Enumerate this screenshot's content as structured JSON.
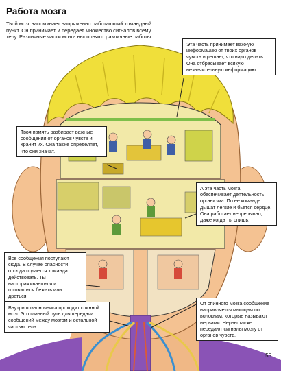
{
  "title": "Работа мозга",
  "intro": "Твой мозг напоминает напряженно работающий командный пункт. Он принимает и передает множество сигналов всему телу. Различные части мозга выполняют различные работы.",
  "callouts": [
    "Эта часть принимает важную информацию от твоих органов чувств и решает, что надо делать. Она отбрасывает всякую незначительную информацию.",
    "Твоя память разбирает важные сообщения от органов чувств и хранит их. Она также определяет, что они значат.",
    "А эта часть мозга обеспечивает деятельность организма. По ее команде дышат легкие и бьется сердце. Она работает непрерывно, даже когда ты спишь.",
    "Все сообщения поступают сюда. В случае опасности отсюда подается команда действовать. Ты настораживаешься и готовишься бежать или драться.",
    "Внутри позвоночника проходит спинной мозг. Это главный путь для передачи сообщений между мозгом и остальной частью тела.",
    "От спинного мозга сообщение направляется мышцам по волокнам, которые называют нервами. Нервы также передают сигналы мозгу от органов чувств."
  ],
  "page_number": "55",
  "colors": {
    "skin": "#f4c292",
    "hair": "#f0df3a",
    "floor": "#f2e9a8",
    "nerve_purple": "#8a53b6"
  }
}
